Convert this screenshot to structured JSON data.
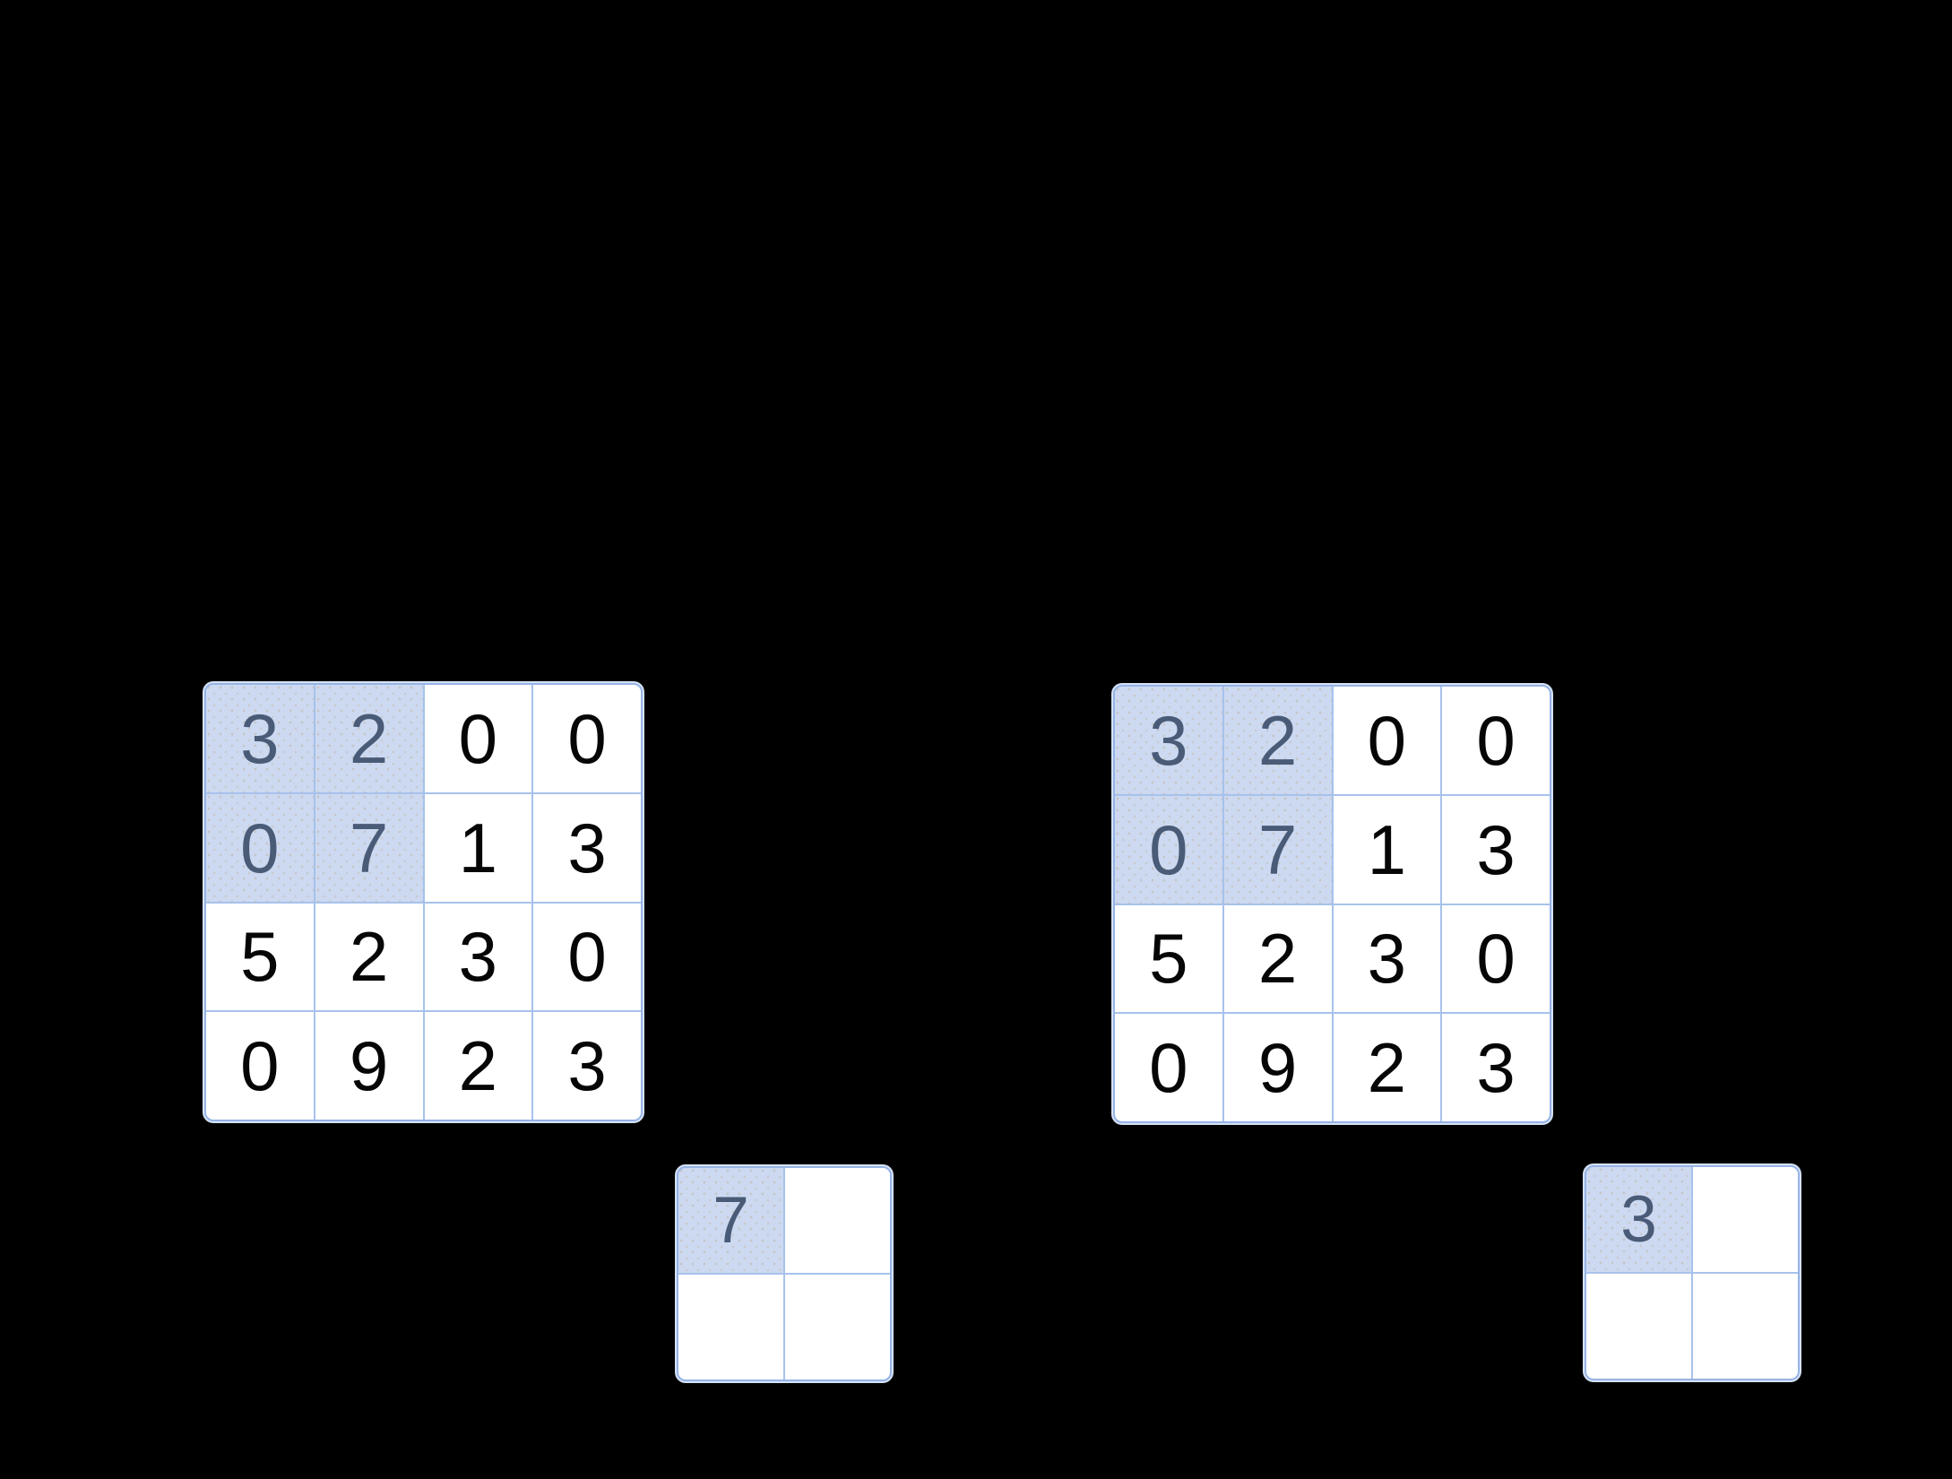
{
  "colors": {
    "background": "#000000",
    "cell_bg": "#ffffff",
    "highlight_bg": "#ccd9f0",
    "grid_line": "#a7c2ec",
    "outer_border": "#96b4e6",
    "outer_ring": "#d6e2f6",
    "cell_text": "#060607",
    "highlight_text": "#4a5b78"
  },
  "grids": {
    "input_left": {
      "rows": [
        [
          "3",
          "2",
          "0",
          "0"
        ],
        [
          "0",
          "7",
          "1",
          "3"
        ],
        [
          "5",
          "2",
          "3",
          "0"
        ],
        [
          "0",
          "9",
          "2",
          "3"
        ]
      ]
    },
    "output_left": {
      "rows": [
        [
          "7",
          ""
        ],
        [
          "",
          ""
        ]
      ]
    },
    "input_right": {
      "rows": [
        [
          "3",
          "2",
          "0",
          "0"
        ],
        [
          "0",
          "7",
          "1",
          "3"
        ],
        [
          "5",
          "2",
          "3",
          "0"
        ],
        [
          "0",
          "9",
          "2",
          "3"
        ]
      ]
    },
    "output_right": {
      "rows": [
        [
          "3",
          ""
        ],
        [
          "",
          ""
        ]
      ]
    }
  }
}
